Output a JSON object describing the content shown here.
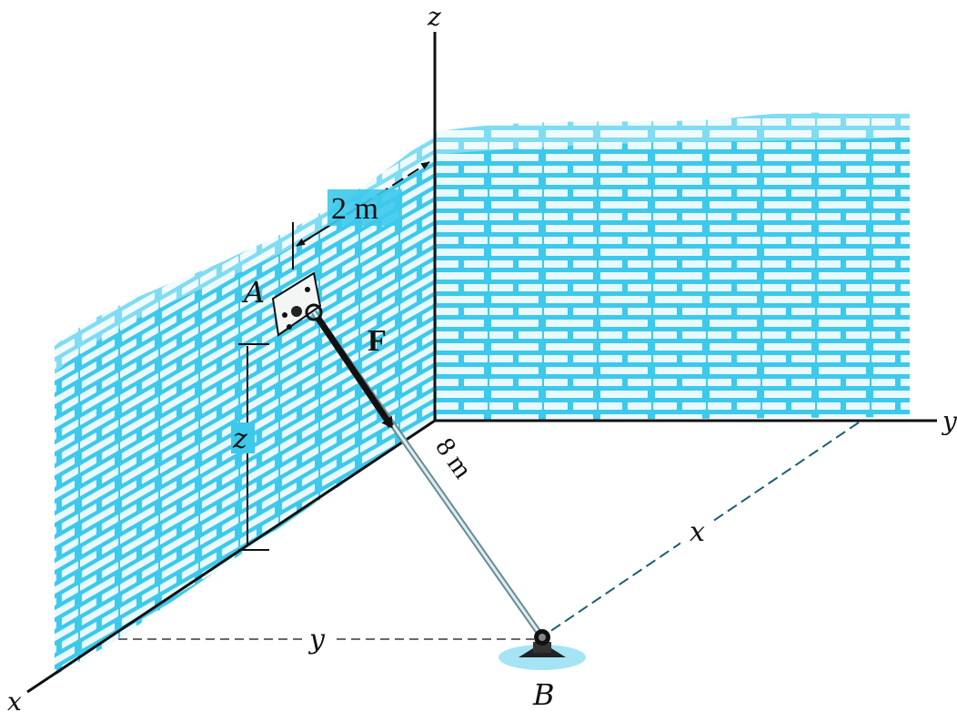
{
  "labels": {
    "point_a": "A",
    "point_b": "B",
    "force": "F",
    "dim_2m": "2 m",
    "dim_8m": "8 m",
    "dim_x": "x",
    "dim_y": "y",
    "dim_z": "z",
    "axis_x": "x",
    "axis_y": "y",
    "axis_z": "z"
  },
  "colors": {
    "wall": "#33c7ea",
    "wall_light": "#d8f4fb",
    "mortar": "#ffffff",
    "axis": "#111111",
    "rod": "#8aa0a6",
    "force_arrow": "#111111",
    "dim_line": "#1a5f70"
  }
}
